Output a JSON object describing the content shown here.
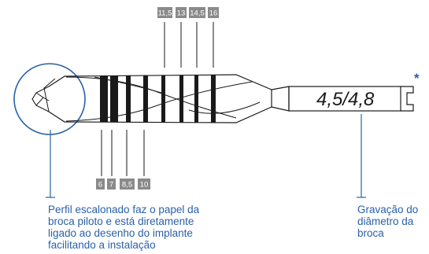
{
  "top_depth_marks": [
    "11,5",
    "13",
    "14,5",
    "16"
  ],
  "bottom_depth_marks": [
    "6",
    "7",
    "8,5",
    "10"
  ],
  "diameter_engraving": "4,5/4,8",
  "asterisk": "*",
  "notes": {
    "profile": [
      "Perfil escalonado faz o papel da",
      "broca piloto e está diretamente",
      "ligado ao desenho do implante",
      "facilitando a instalação"
    ],
    "engraving": [
      "Gravação do",
      "diâmetro da",
      "broca"
    ]
  },
  "colors": {
    "accent": "#2a61a8",
    "badge": "#8a8a8a",
    "line": "#1a1a1a"
  }
}
